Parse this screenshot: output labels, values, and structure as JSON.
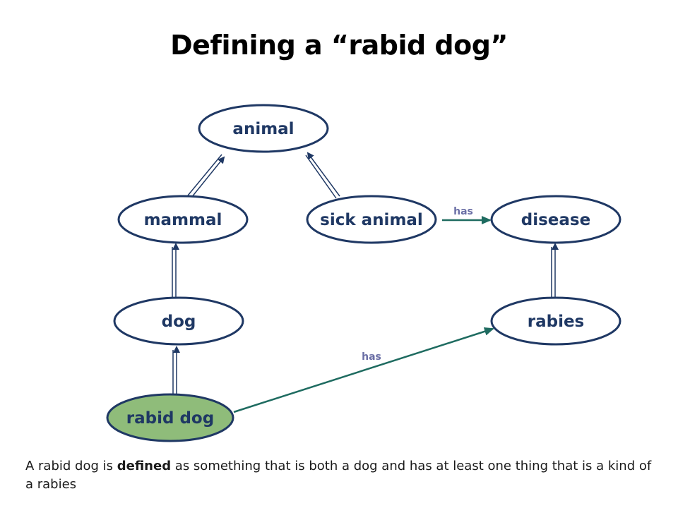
{
  "title": "Defining a “rabid dog”",
  "nodes": {
    "animal": "animal",
    "mammal": "mammal",
    "sick_animal": "sick animal",
    "disease": "disease",
    "dog": "dog",
    "rabies": "rabies",
    "rabid_dog": "rabid dog"
  },
  "edges": {
    "sick_animal_to_disease": "has",
    "rabid_dog_to_rabies": "has"
  },
  "caption": {
    "before": "A rabid dog is ",
    "emphasis": "defined",
    "after": " as something that is both a dog and has at least one thing that is a kind of a rabies"
  },
  "colors": {
    "node_border": "#1f3864",
    "node_text": "#1f3864",
    "highlight_fill": "#8fbc7a",
    "relation_arrow": "#1e6b60",
    "edge_label": "#6b6fa6"
  }
}
